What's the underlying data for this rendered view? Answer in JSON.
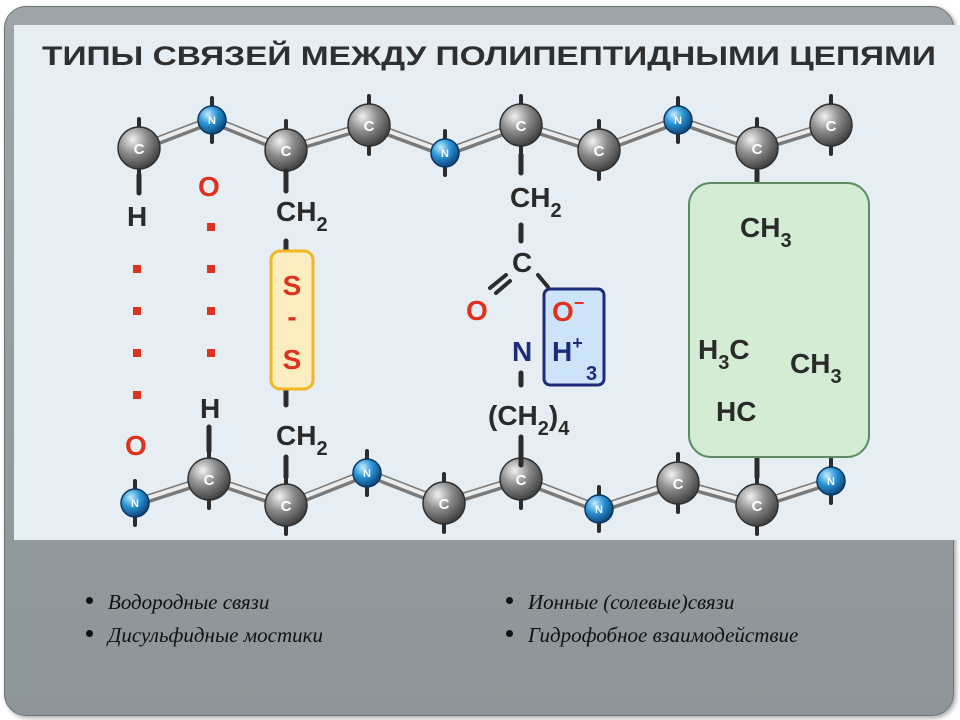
{
  "diagram": {
    "title": "ТИПЫ СВЯЗЕЙ МЕЖДУ ПОЛИПЕПТИДНЫМИ ЦЕПЯМИ",
    "atoms": {
      "carbon": "C",
      "nitrogen": "N"
    },
    "hydrogen_bond_1": {
      "top": "H",
      "bottom": "O"
    },
    "hydrogen_bond_2": {
      "top": "O",
      "bottom": "H"
    },
    "disulfide": {
      "ch2": "CH",
      "sub2": "2",
      "s": "S",
      "dash": "-"
    },
    "ionic": {
      "ch2": "CH",
      "sub2": "2",
      "c": "C",
      "o": "O",
      "o_minus": "O",
      "minus": "−",
      "n": "N",
      "h": "H",
      "plus": "+",
      "sub3": "3",
      "ch2_4_open": "(CH",
      "ch2_4_close": ")",
      "sub4": "4"
    },
    "hydrophobic": {
      "ch": "CH",
      "h": "H",
      "c": "C",
      "hc": "HC",
      "sub3": "3"
    }
  },
  "legend": {
    "left": [
      "Водородные связи",
      "Дисульфидные мостики"
    ],
    "right": [
      "Ионные (солевые)связи",
      "Гидрофобное взаимодействие"
    ]
  },
  "colors": {
    "frame": "#9ea5a8",
    "diagram_bg": "#e6eef3",
    "red": "#e0311f",
    "navy": "#1d2b7a",
    "disulfide_fill": "#fbedc0",
    "disulfide_border": "#f2b726",
    "hydrophobic_fill": "#d4ecd4",
    "hydrophobic_border": "#5d8c64",
    "carbon_atom": "#6b6b6b",
    "nitrogen_atom": "#1f86c6"
  }
}
